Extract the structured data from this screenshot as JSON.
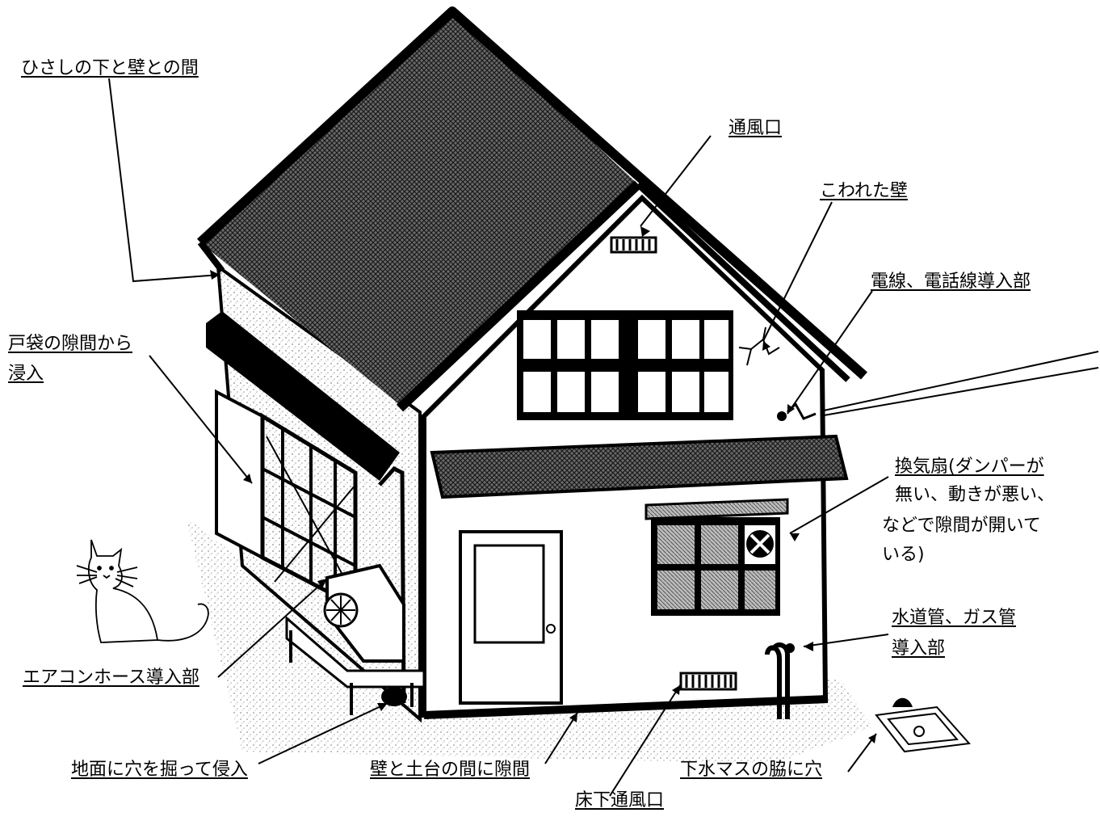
{
  "labels": {
    "eaves_gap": "ひさしの下と壁との間",
    "vent": "通風口",
    "broken_wall": "こわれた壁",
    "wire_entry": "電線、電話線導入部",
    "shutter_box_1": "戸袋の隙間から",
    "shutter_box_2": "浸入",
    "fan_1": "換気扇(ダンパーが",
    "fan_2": "無い、動きが悪い、",
    "fan_3": "などで隙間が開いて",
    "fan_4": "いる)",
    "aircon": "エアコンホース導入部",
    "pipe_1": "水道管、ガス管",
    "pipe_2": "導入部",
    "dig": "地面に穴を掘って侵入",
    "sill_gap": "壁と土台の間に隙間",
    "floor_vent": "床下通風口",
    "sewer": "下水マスの脇に穴"
  },
  "colors": {
    "ink": "#000000",
    "paper": "#ffffff",
    "roof": "#4a4a4a",
    "wall_speckle": "#cfcfcf"
  }
}
